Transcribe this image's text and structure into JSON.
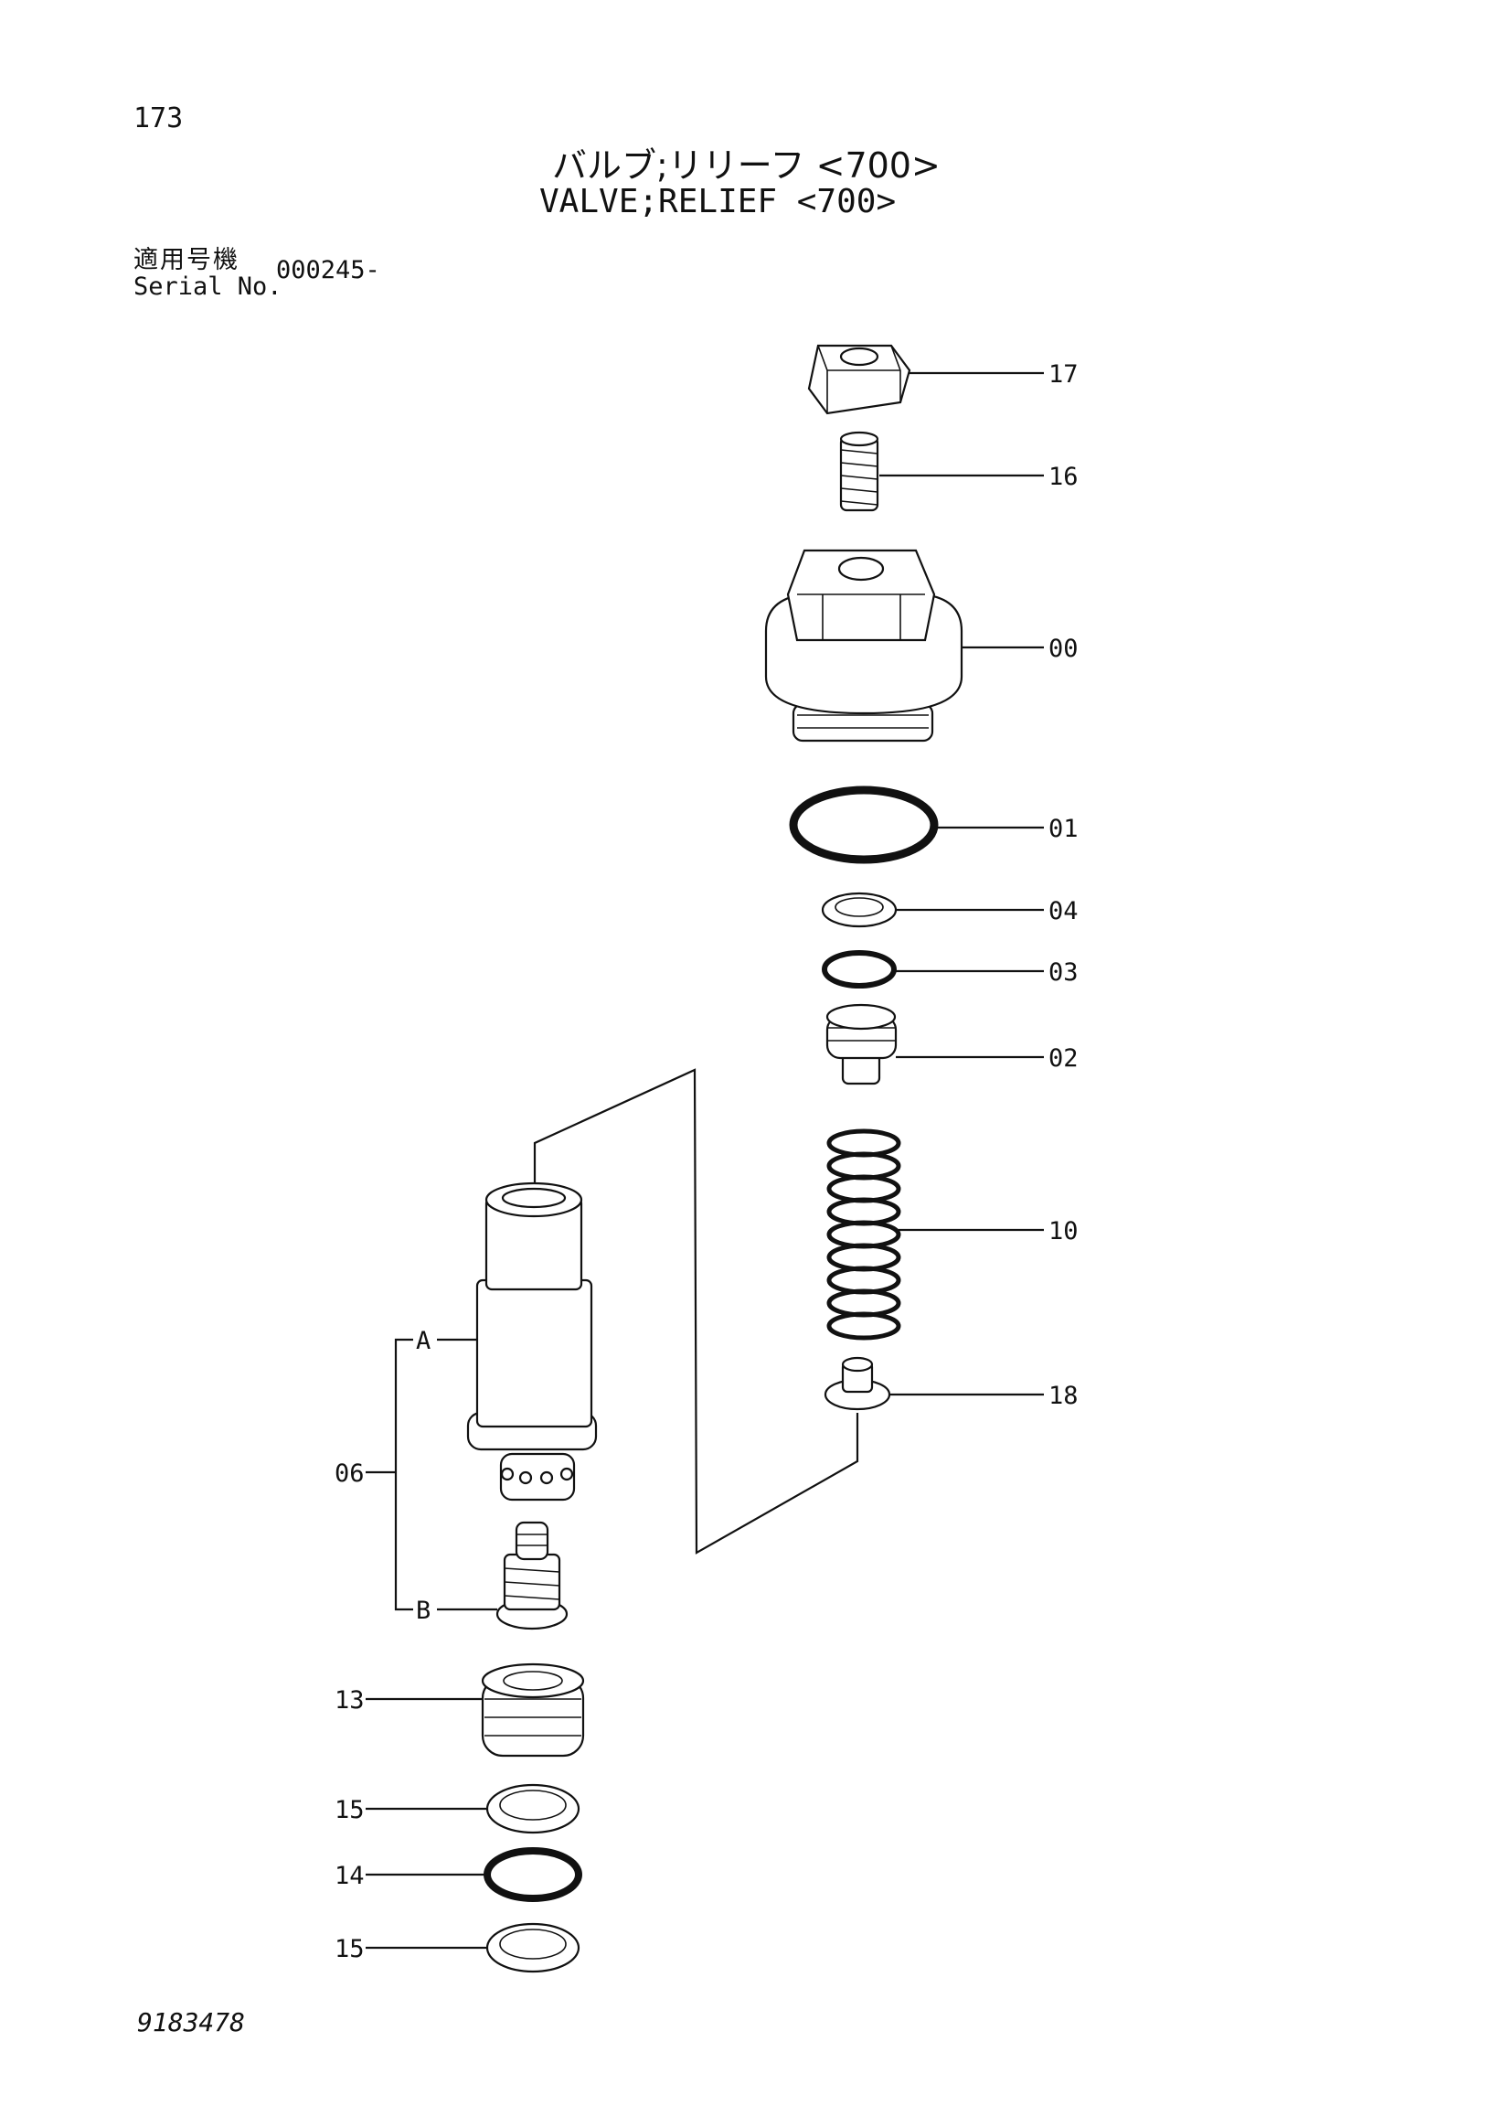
{
  "header": {
    "page_number": "173",
    "title_ja": "バルブ;リリーフ <700>",
    "title_en": "VALVE;RELIEF <700>",
    "serial_label_ja": "適用号機",
    "serial_label_en": "Serial No.",
    "serial_value": "000245-"
  },
  "callouts": {
    "c17": "17",
    "c16": "16",
    "c00": "00",
    "c01": "01",
    "c04": "04",
    "c03": "03",
    "c02": "02",
    "c10": "10",
    "c18": "18",
    "c06": "06",
    "cA": "A",
    "cB": "B",
    "c13": "13",
    "c15a": "15",
    "c14": "14",
    "c15b": "15"
  },
  "footer": {
    "drawing_number": "9183478"
  }
}
